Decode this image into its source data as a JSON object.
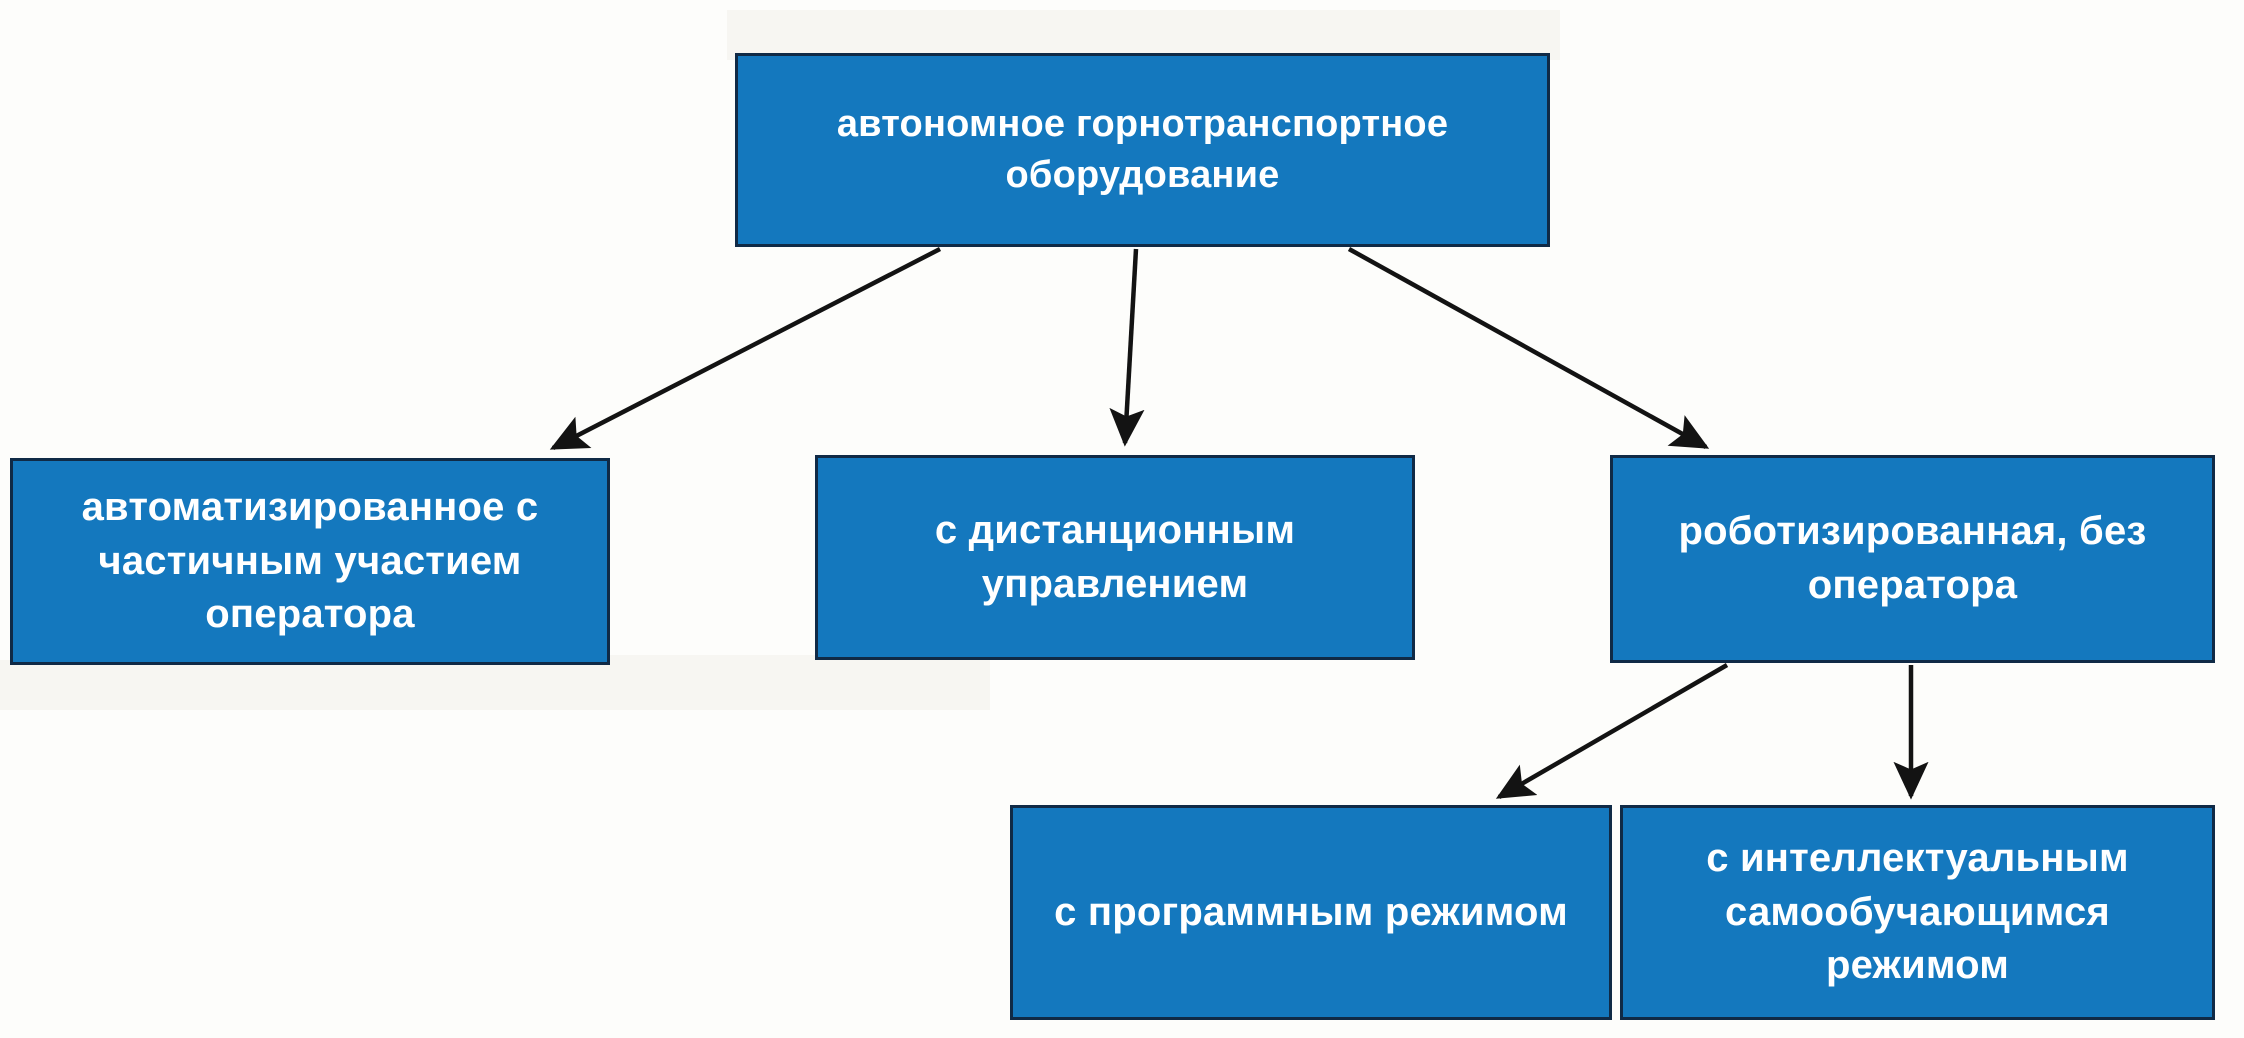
{
  "diagram": {
    "title": "автономное горнотранспортное оборудование",
    "orientation": "top-down-tree",
    "theme": {
      "node_fill": "#1478be",
      "node_border": "#102a46",
      "node_text": "#ffffff",
      "edge_color": "#1a1a1a",
      "background": "#fdfdfb"
    },
    "nodes": [
      {
        "id": "root",
        "label": "автономное горнотранспортное оборудование",
        "level": 0
      },
      {
        "id": "assisted",
        "label": "автоматизированное с частичным участием оператора",
        "level": 1
      },
      {
        "id": "remote",
        "label": "с дистанционным управлением",
        "level": 1
      },
      {
        "id": "robotic",
        "label": "роботизированная, без оператора",
        "level": 1
      },
      {
        "id": "program",
        "label": "с программным режимом",
        "level": 2
      },
      {
        "id": "ai",
        "label": "с интеллектуальным самообучающимся режимом",
        "level": 2
      }
    ],
    "edges": [
      {
        "from": "root",
        "to": "assisted",
        "arrow": "to"
      },
      {
        "from": "root",
        "to": "remote",
        "arrow": "to"
      },
      {
        "from": "root",
        "to": "robotic",
        "arrow": "to"
      },
      {
        "from": "robotic",
        "to": "program",
        "arrow": "to"
      },
      {
        "from": "robotic",
        "to": "ai",
        "arrow": "to"
      }
    ]
  }
}
